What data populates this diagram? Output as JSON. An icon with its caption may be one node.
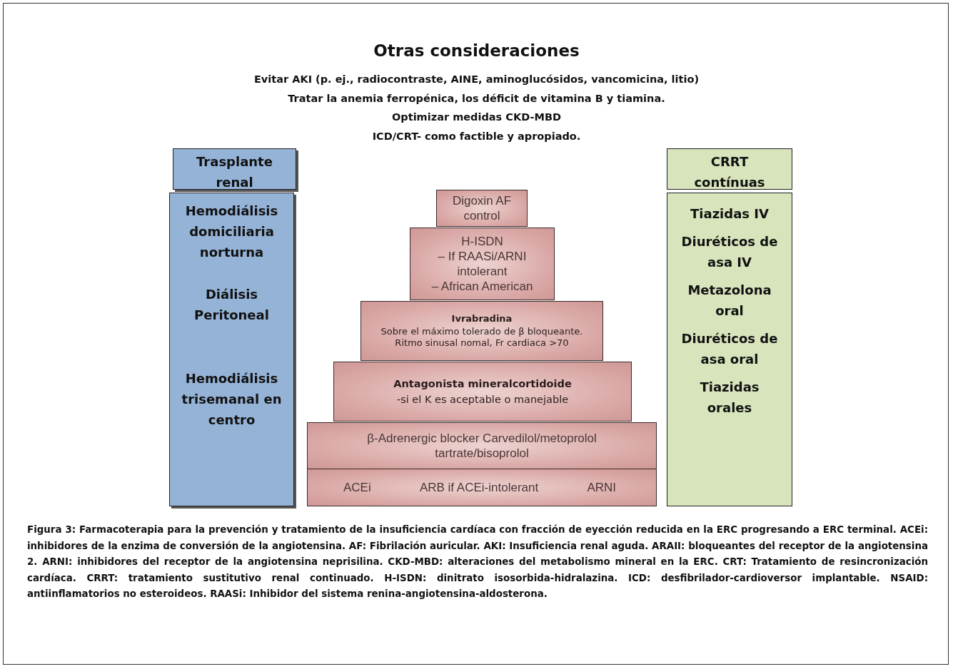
{
  "diagram": {
    "title": "Otras consideraciones",
    "caption": "Figura 3: Farmacoterapia para la prevención y tratamiento de la insuficiencia cardíaca con fracción de eyección reducida en la ERC progresando a ERC terminal. ACEi: inhibidores de la enzima de conversión de la angiotensina. AF: Fibrilación auricular. AKI: Insuficiencia renal aguda. ARAII: bloqueantes del receptor de la angiotensina 2. ARNI: inhibidores del receptor de la angiotensina neprisilina.  CKD-MBD: alteraciones del metabolismo mineral en la ERC. CRT: Tratamiento de resincronización cardíaca. CRRT: tratamiento sustitutivo renal continuado. H-ISDN: dinitrato isosorbida-hidralazina. ICD: desfibrilador-cardioversor implantable. NSAID: antiinflamatorios no esteroideos. RAASi: Inhibidor del sistema renina-angiotensina-aldosterona.",
    "nodes": [
      {
        "text": [
          "Trasplante renal"
        ]
      },
      {
        "text": [
          "Hemodiálisis domiciliaria norturna",
          "Diálisis Peritoneal",
          "Hemodiálisis trisemanal en centro"
        ]
      },
      {
        "text": [
          "Digoxin AF control"
        ]
      },
      {
        "text": [
          "H-ISDN",
          "– If RAASi/ARNI intolerant",
          "– African American"
        ]
      },
      {
        "text": [
          "Ivrabradina",
          "Sobre el máximo tolerado de β bloqueante. Ritmo sinusal nomal, Fr cardiaca >70"
        ]
      },
      {
        "text": [
          "Antagonista mineralcortidoide",
          "-si el K es aceptable o manejable"
        ]
      },
      {
        "text": [
          "β-Adrenergic blocker Carvedilol/metoprolol tartrate/bisoprolol"
        ]
      },
      {
        "text": [
          "ACEi",
          "ARB if ACEi-intolerant",
          "ARNI"
        ]
      },
      {
        "text": [
          "CRRT contínuas"
        ]
      },
      {
        "text": [
          "Tiazidas IV",
          "Diuréticos de asa IV",
          "Metazolona oral",
          "Diuréticos de asa oral",
          "Tiazidas orales"
        ]
      }
    ],
    "labels": [
      "Evitar AKI (p. ej., radiocontraste, AINE, aminoglucósidos, vancomicina, litio)",
      "Tratar la anemia ferropénica, los déficit de vitamina B y tiamina.",
      "Optimizar medidas CKD-MBD",
      "ICD/CRT-  como factible y apropiado."
    ]
  }
}
